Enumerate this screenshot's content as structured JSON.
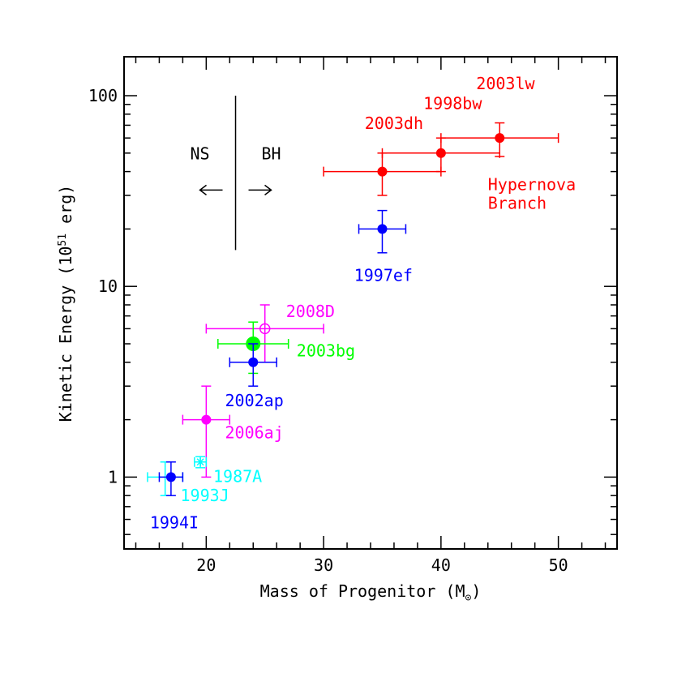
{
  "chart_data": {
    "type": "scatter",
    "title": "",
    "xlabel": "Mass of Progenitor (M",
    "xlabel_sub": "⊙",
    "xlabel_close": ")",
    "ylabel": "Kinetic Energy (10",
    "ylabel_sup": "51",
    "ylabel_unit": " erg)",
    "xlim": [
      13,
      55
    ],
    "ylim": [
      0.42,
      160
    ],
    "yscale": "log",
    "grid": false,
    "x_ticks": [
      {
        "value": 20,
        "label": "20"
      },
      {
        "value": 30,
        "label": "30"
      },
      {
        "value": 40,
        "label": "40"
      },
      {
        "value": 50,
        "label": "50"
      }
    ],
    "y_ticks": [
      {
        "value": 1,
        "label": "1"
      },
      {
        "value": 10,
        "label": "10"
      },
      {
        "value": 100,
        "label": "100"
      }
    ],
    "boundary": {
      "x": 22.5,
      "y_range": [
        15.5,
        100
      ],
      "left_label": "NS",
      "right_label": "BH",
      "arrow_y": 32
    },
    "points": [
      {
        "name": "2003lw",
        "x": 45,
        "y": 60,
        "xerr": [
          40,
          50
        ],
        "yerr": [
          48,
          72
        ],
        "color": "#ff0000",
        "marker": "filled"
      },
      {
        "name": "1998bw",
        "x": 40,
        "y": 50,
        "xerr": [
          35,
          45
        ],
        "yerr": [
          40,
          60
        ],
        "color": "#ff0000",
        "marker": "filled"
      },
      {
        "name": "2003dh",
        "x": 35,
        "y": 40,
        "xerr": [
          30,
          40
        ],
        "yerr": [
          30,
          50
        ],
        "color": "#ff0000",
        "marker": "filled"
      },
      {
        "name": "1997ef",
        "x": 35,
        "y": 20,
        "xerr": [
          33,
          37
        ],
        "yerr": [
          15,
          25
        ],
        "color": "#0000ff",
        "marker": "filled"
      },
      {
        "name": "2008D",
        "x": 25,
        "y": 6,
        "xerr": [
          20,
          30
        ],
        "yerr": [
          4,
          8
        ],
        "color": "#ff00ff",
        "marker": "open"
      },
      {
        "name": "2003bg",
        "x": 24,
        "y": 5,
        "xerr": [
          21,
          27
        ],
        "yerr": [
          3.5,
          6.5
        ],
        "color": "#00ff00",
        "marker": "filled-large"
      },
      {
        "name": "2002ap",
        "x": 24,
        "y": 4,
        "xerr": [
          22,
          26
        ],
        "yerr": [
          3,
          5
        ],
        "color": "#0000ff",
        "marker": "filled"
      },
      {
        "name": "2006aj",
        "x": 20,
        "y": 2,
        "xerr": [
          18,
          22
        ],
        "yerr": [
          1,
          3
        ],
        "color": "#ff00ff",
        "marker": "filled"
      },
      {
        "name": "1987A",
        "x": 19.5,
        "y": 1.2,
        "xerr": [
          19,
          20
        ],
        "yerr": [
          1.12,
          1.28
        ],
        "color": "#00ffff",
        "marker": "star"
      },
      {
        "name": "1993J",
        "x": 16.5,
        "y": 1,
        "xerr": [
          15,
          18
        ],
        "yerr": [
          0.8,
          1.2
        ],
        "color": "#00ffff",
        "marker": "none"
      },
      {
        "name": "1994I",
        "x": 17,
        "y": 1,
        "xerr": [
          16,
          18
        ],
        "yerr": [
          0.8,
          1.2
        ],
        "color": "#0000ff",
        "marker": "filled"
      }
    ],
    "annotations": [
      {
        "text": "2003lw",
        "x": 43,
        "y": 108,
        "color": "#ff0000"
      },
      {
        "text": "1998bw",
        "x": 38.5,
        "y": 85,
        "color": "#ff0000"
      },
      {
        "text": "2003dh",
        "x": 33.5,
        "y": 67,
        "color": "#ff0000"
      },
      {
        "text": "Hypernova",
        "x": 44,
        "y": 32,
        "color": "#ff0000"
      },
      {
        "text": "Branch",
        "x": 44,
        "y": 25.5,
        "color": "#ff0000"
      },
      {
        "text": "1997ef",
        "x": 32.6,
        "y": 10.7,
        "color": "#0000ff"
      },
      {
        "text": "2008D",
        "x": 26.8,
        "y": 6.9,
        "color": "#ff00ff"
      },
      {
        "text": "2003bg",
        "x": 27.7,
        "y": 4.3,
        "color": "#00ff00"
      },
      {
        "text": "2002ap",
        "x": 21.6,
        "y": 2.35,
        "color": "#0000ff"
      },
      {
        "text": "2006aj",
        "x": 21.6,
        "y": 1.6,
        "color": "#ff00ff"
      },
      {
        "text": "1987A",
        "x": 20.6,
        "y": 0.94,
        "color": "#00ffff"
      },
      {
        "text": "1993J",
        "x": 17.8,
        "y": 0.75,
        "color": "#00ffff"
      },
      {
        "text": "1994I",
        "x": 15.2,
        "y": 0.54,
        "color": "#0000ff"
      }
    ]
  }
}
